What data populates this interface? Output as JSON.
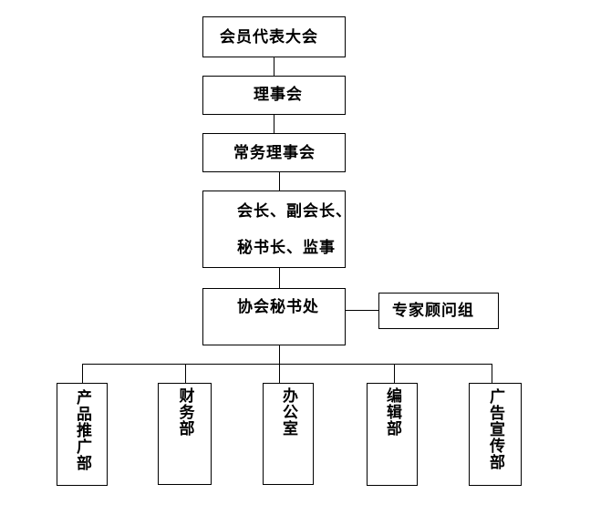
{
  "diagram": {
    "nodes": {
      "congress": "会员代表大会",
      "council": "理事会",
      "standing_council": "常务理事会",
      "leaders_line1": "会长、副会长、",
      "leaders_line2": "秘书长、监事",
      "secretariat": "协会秘书处",
      "expert_group": "专家顾问组"
    },
    "departments": [
      {
        "label": "产品推广部"
      },
      {
        "label": "财务部"
      },
      {
        "label": "办公室"
      },
      {
        "label": "编辑部"
      },
      {
        "label": "广告宣传部"
      }
    ]
  }
}
